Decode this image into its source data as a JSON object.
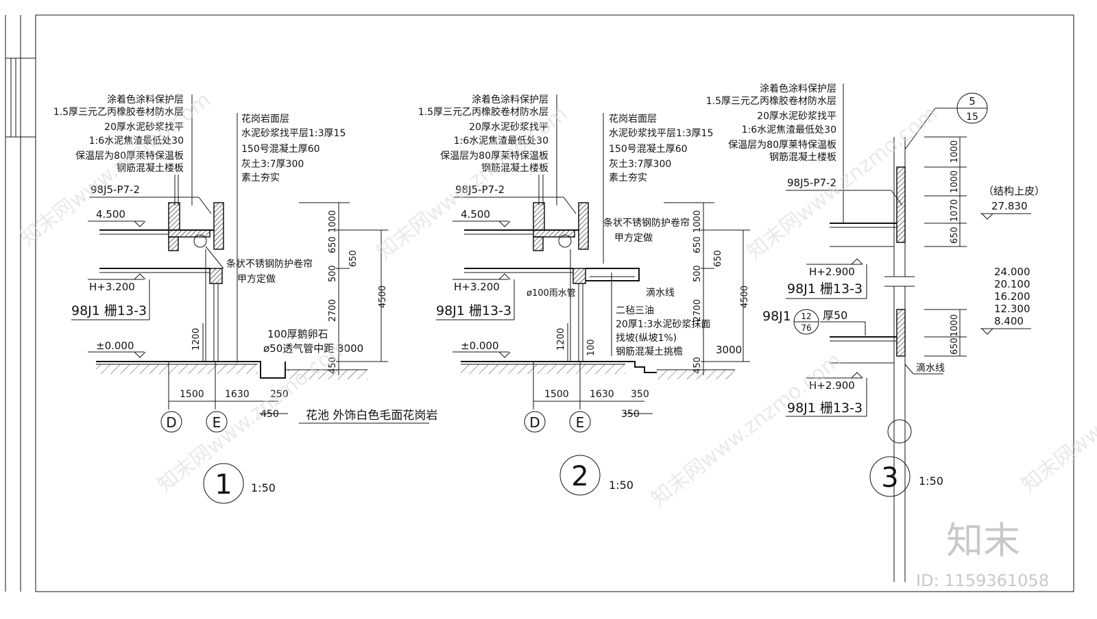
{
  "detail1": {
    "notes_left": [
      "涂着色涂料保护层",
      "1.5厚三元乙丙橡胶卷材防水层",
      "20厚水泥砂浆找平",
      "1:6水泥焦渣最低处30",
      "保温层为80厚莱特保温板",
      "钢筋混凝土楼板"
    ],
    "notes_right": [
      "花岗岩面层",
      "水泥砂浆找平层1:3厚15",
      "150号混凝土厚60",
      "灰土3:7厚300",
      "素土夯实"
    ],
    "ref_top": "98J5-P7-2",
    "level_top": "4.500",
    "level_mid": "H+3.200",
    "ref_mid": "98J1 栅13-3",
    "level_zero": "±0.000",
    "shutter_note": "条状不锈钢防护卷帘",
    "party_a": "甲方定做",
    "pebble": "100厚鹅卵石",
    "vent": "ø50透气管中距 3000",
    "planter": "花池 外饰白色毛面花岗岩",
    "dims_v": [
      "1000",
      "650",
      "650",
      "500",
      "2700",
      "4500",
      "1200",
      "450"
    ],
    "dims_h": [
      "1500",
      "1630",
      "250",
      "450"
    ],
    "axes": [
      "D",
      "E"
    ],
    "number": "1",
    "scale": "1:50"
  },
  "detail2": {
    "notes_left": [
      "涂着色涂料保护层",
      "1.5厚三元乙丙橡胶卷材防水层",
      "20厚水泥砂浆找平",
      "1:6水泥焦渣最低处30",
      "保温层为80厚莱特保温板",
      "钢筋混凝土楼板"
    ],
    "notes_right": [
      "花岗岩面层",
      "水泥砂浆找平层1:3厚15",
      "150号混凝土厚60",
      "灰土3:7厚300",
      "素土夯实"
    ],
    "ref_top": "98J5-P7-2",
    "level_top": "4.500",
    "level_mid": "H+3.200",
    "ref_mid": "98J1 栅13-3",
    "level_zero": "±0.000",
    "shutter_note": "条状不锈钢防护卷帘",
    "party_a": "甲方定做",
    "drip": "滴水线",
    "pipe": "ø100雨水管",
    "eave_notes": [
      "二毡三油",
      "20厚1:3水泥砂浆抹面",
      "找坡(纵坡1%)",
      "钢筋混凝土挑檐"
    ],
    "vent_dim": "3000",
    "dims_v": [
      "1000",
      "650",
      "650",
      "500",
      "2700",
      "4500",
      "1200",
      "100",
      "450"
    ],
    "dims_h": [
      "1500",
      "1630",
      "350",
      "350"
    ],
    "axes": [
      "D",
      "E"
    ],
    "number": "2",
    "scale": "1:50"
  },
  "detail3": {
    "notes": [
      "涂着色涂料保护层",
      "1.5厚三元乙丙橡胶卷材防水层",
      "20厚水泥砂浆找平",
      "1:6水泥焦渣最低处30",
      "保温层为80厚莱特保温板",
      "钢筋混凝土楼板"
    ],
    "callout_top": "5",
    "callout_bottom": "15",
    "ref_top": "98J5-P7-2",
    "struct_label": "（结构上皮）",
    "struct_level": "27.830",
    "dims_top": [
      "1000",
      "1000",
      "1070",
      "650"
    ],
    "level_a": "H+2.900",
    "ref_a": "98J1 栅13-3",
    "levels": [
      "24.000",
      "20.100",
      "16.200",
      "12.300",
      "8.400"
    ],
    "ref_b_prefix": "98J1",
    "ref_b_top": "12",
    "ref_b_bottom": "76",
    "ref_b_suffix": "厚50",
    "dims_bottom": [
      "1000",
      "650"
    ],
    "drip": "滴水线",
    "level_b": "H+2.900",
    "ref_c": "98J1 栅13-3",
    "number": "3",
    "scale": "1:50"
  },
  "watermark": {
    "text": "知末网www.znzmo.com",
    "logo": "知末",
    "id": "ID: 1159361058"
  }
}
